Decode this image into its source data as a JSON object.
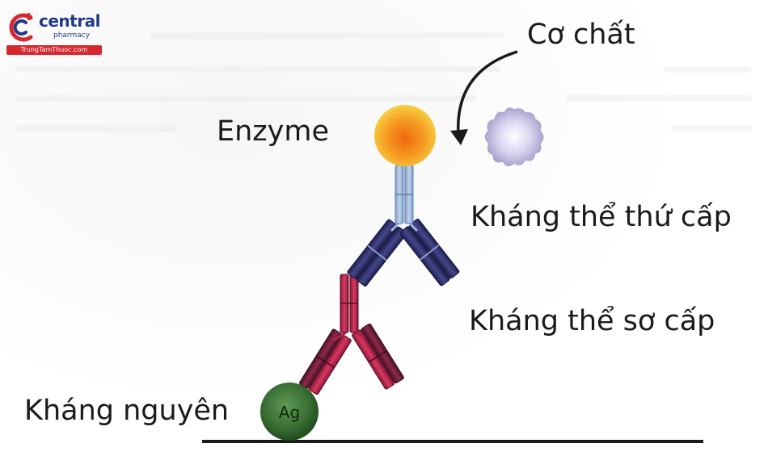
{
  "labels": {
    "substrate": "Cơ chất",
    "enzyme": "Enzyme",
    "secondary_antibody": "Kháng thể thứ cấp",
    "primary_antibody": "Kháng thể sơ cấp",
    "antigen": "Kháng nguyên",
    "antigen_abbrev": "Ag"
  },
  "logo": {
    "brand": "central",
    "sub": "pharmacy",
    "site": "TrungTamThuoc.com"
  },
  "colors": {
    "brand_blue": "#1f3a8a",
    "brand_red": "#d7282f",
    "enzyme_core": "#f08a1c",
    "enzyme_edge": "#f7c83a",
    "substrate": "#c9c6e8",
    "secondary_heavy": "#9bb5d8",
    "secondary_light": "#2d2f66",
    "primary_heavy": "#b3224a",
    "primary_light": "#6e1c3a",
    "antigen": "#3f7a3a"
  }
}
